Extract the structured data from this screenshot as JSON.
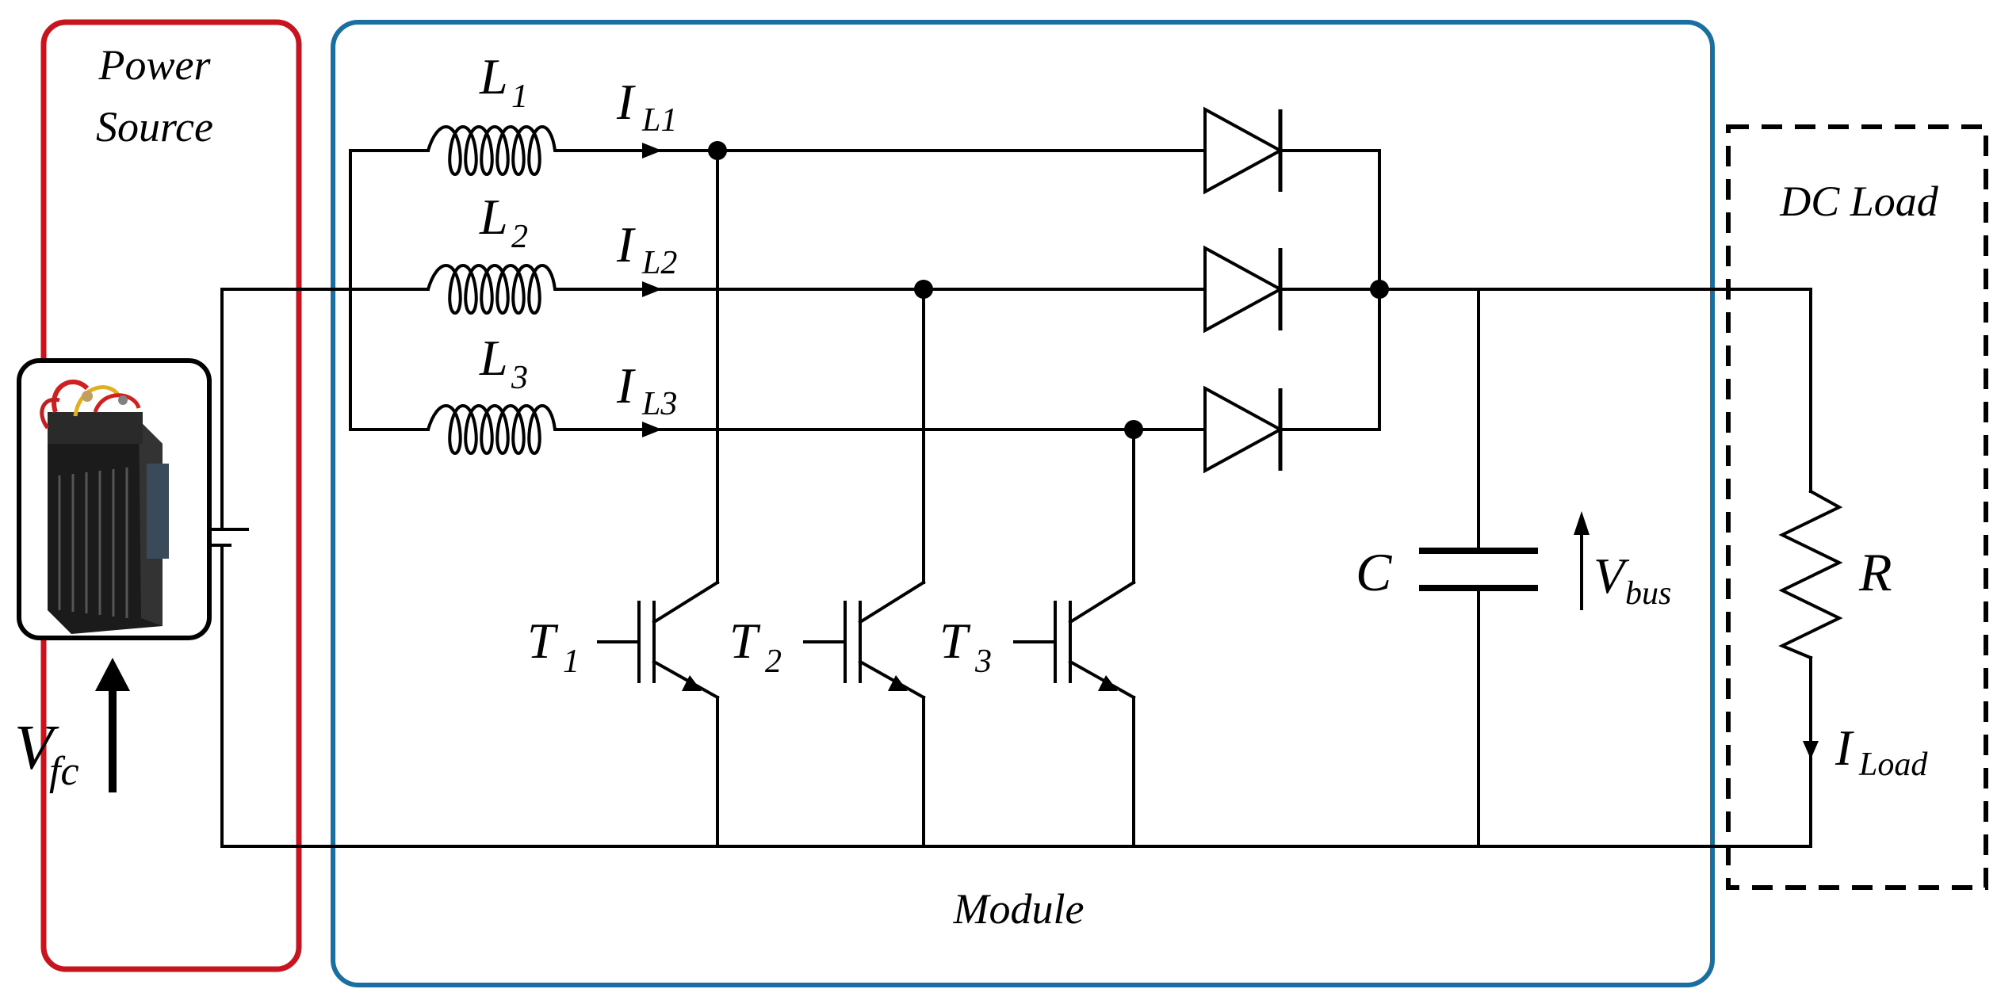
{
  "colors": {
    "power_source_border": "#c8141e",
    "module_border": "#1a6fa0",
    "load_border": "#000000",
    "wire": "#000000"
  },
  "labels": {
    "power_source_line1": "Power",
    "power_source_line2": "Source",
    "module": "Module",
    "dc_load": "DC Load",
    "vfc_main": "V",
    "vfc_sub": "fc",
    "L1_main": "L",
    "L1_sub": "1",
    "L2_main": "L",
    "L2_sub": "2",
    "L3_main": "L",
    "L3_sub": "3",
    "IL1_main": "I",
    "IL1_sub": "L1",
    "IL2_main": "I",
    "IL2_sub": "L2",
    "IL3_main": "I",
    "IL3_sub": "L3",
    "T1_main": "T",
    "T1_sub": "1",
    "T2_main": "T",
    "T2_sub": "2",
    "T3_main": "T",
    "T3_sub": "3",
    "C": "C",
    "vbus_main": "V",
    "vbus_sub": "bus",
    "R": "R",
    "iload_main": "I",
    "iload_sub": "Load"
  },
  "icons": {
    "fuel_cell": "fuel-cell-stack-photo"
  }
}
